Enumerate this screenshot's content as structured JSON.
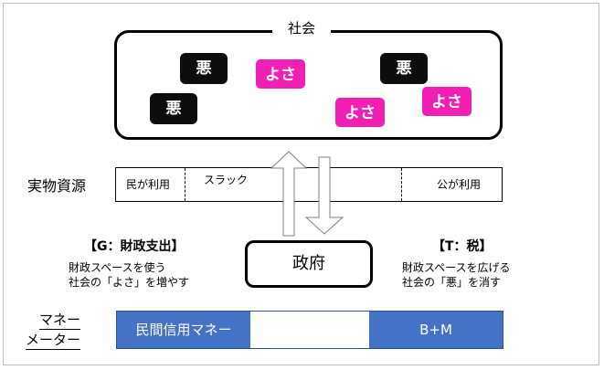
{
  "society": {
    "title": "社会",
    "chips": [
      {
        "kind": "bad",
        "label": "悪"
      },
      {
        "kind": "good",
        "label": "よさ"
      },
      {
        "kind": "bad",
        "label": "悪"
      },
      {
        "kind": "bad",
        "label": "悪"
      },
      {
        "kind": "good",
        "label": "よさ"
      },
      {
        "kind": "good",
        "label": "よさ"
      }
    ]
  },
  "resources": {
    "label": "実物資源",
    "segments": {
      "private_use": "民が利用",
      "slack": "スラック",
      "public_use": "公が利用"
    }
  },
  "government": {
    "label": "政府"
  },
  "spending": {
    "title": "【G：財政支出】",
    "line1": "財政スペースを使う",
    "line2": "社会の「よさ」を増やす"
  },
  "tax": {
    "title": "【T：税】",
    "line1": "財政スペースを広げる",
    "line2": "社会の「悪」を消す"
  },
  "money_meter": {
    "label_line1": "マネー",
    "label_line2": "メーター",
    "private_credit": "民間信用マネー",
    "bm": "B+M"
  },
  "colors": {
    "bad": "#0d0d0d",
    "good": "#f21fb5",
    "meter_blue": "#4472c4"
  }
}
